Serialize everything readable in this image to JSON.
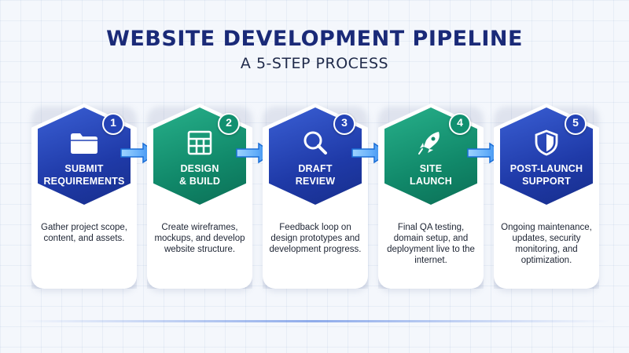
{
  "title": "WEBSITE DEVELOPMENT PIPELINE",
  "subtitle": "A 5-STEP PROCESS",
  "colors": {
    "blue": "#1f3aa8",
    "green": "#11896a",
    "title": "#1a2a78",
    "arrow": "#3aa0ff"
  },
  "steps": [
    {
      "number": "1",
      "label_line1": "SUBMIT",
      "label_line2": "REQUIREMENTS",
      "icon": "folder-icon",
      "color": "blue",
      "description": "Gather project scope, content, and assets."
    },
    {
      "number": "2",
      "label_line1": "DESIGN",
      "label_line2": "& BUILD",
      "icon": "layout-grid-icon",
      "color": "green",
      "description": "Create wireframes, mockups, and develop website structure."
    },
    {
      "number": "3",
      "label_line1": "DRAFT",
      "label_line2": "REVIEW",
      "icon": "magnifier-icon",
      "color": "blue",
      "description": "Feedback loop on design prototypes and development progress."
    },
    {
      "number": "4",
      "label_line1": "SITE",
      "label_line2": "LAUNCH",
      "icon": "rocket-icon",
      "color": "green",
      "description": "Final QA testing, domain setup, and deployment live to the internet."
    },
    {
      "number": "5",
      "label_line1": "POST-LAUNCH",
      "label_line2": "SUPPORT",
      "icon": "shield-icon",
      "color": "blue",
      "description": "Ongoing maintenance, updates, security monitoring, and optimization."
    }
  ]
}
